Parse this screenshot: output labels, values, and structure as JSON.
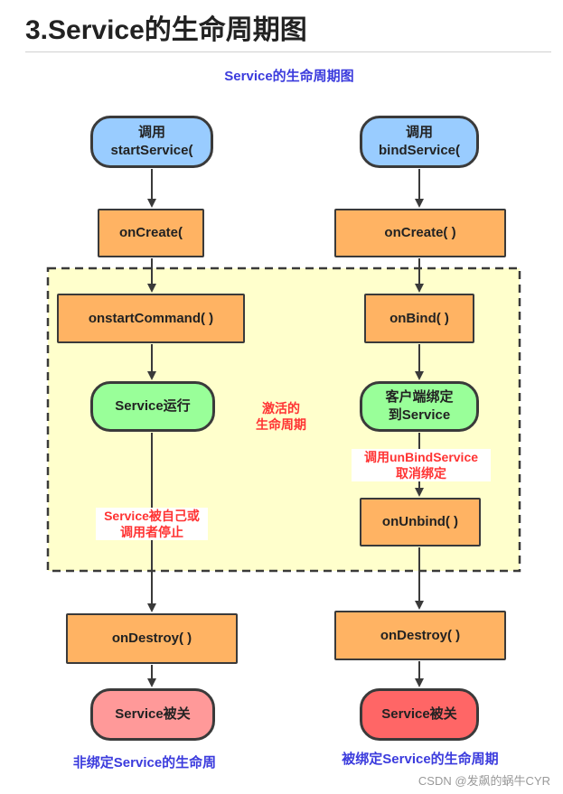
{
  "page": {
    "heading": "3.Service的生命周期图",
    "watermark": "CSDN @发飙的蜗牛CYR"
  },
  "diagram": {
    "title": "Service的生命周期图",
    "left": {
      "start": "调用\nstartService(",
      "on_create": "onCreate(",
      "on_start_command": "onstartCommand( )",
      "running": "Service运行",
      "stop_label": "Service被自己或\n调用者停止",
      "on_destroy": "onDestroy( )",
      "closed": "Service被关",
      "caption": "非绑定Service的生命周"
    },
    "center_label": "激活的\n生命周期",
    "right": {
      "start": "调用\nbindService(",
      "on_create": "onCreate( )",
      "on_bind": "onBind( )",
      "bound": "客户端绑定\n到Service",
      "unbind_label": "调用unBindService\n取消绑定",
      "on_unbind": "onUnbind( )",
      "on_destroy": "onDestroy( )",
      "closed": "Service被关",
      "caption": "被绑定Service的生命周期"
    },
    "colors": {
      "start_pill": "#99ccff",
      "method_box": "#ffb363",
      "running_pill": "#99ff99",
      "closed_left": "#ff9999",
      "closed_right": "#ff6666",
      "active_region": "#ffffcc",
      "label_blue": "#3b3bdd",
      "label_red": "#ff3333"
    }
  }
}
